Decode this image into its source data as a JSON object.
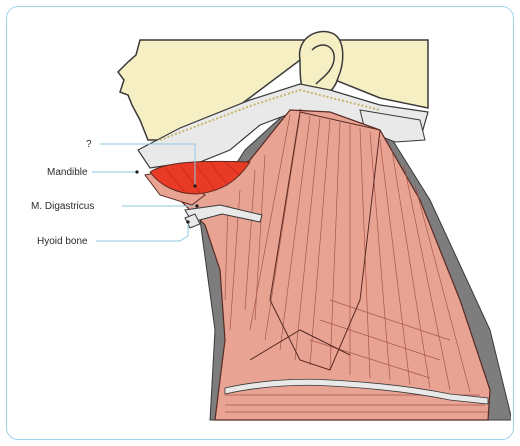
{
  "labels": {
    "question": "?",
    "mandible": "Mandible",
    "digastricus": "M. Digastricus",
    "hyoid": "Hyoid bone"
  },
  "colors": {
    "border": "#9fd3ea",
    "skin": "#f7efc4",
    "bone": "#e9e9e9",
    "muscle": "#e8a393",
    "muscle_line": "#9e4a3c",
    "highlight": "#e83a24",
    "leader": "#8ec9e2",
    "shadow": "#7d7d7d"
  }
}
